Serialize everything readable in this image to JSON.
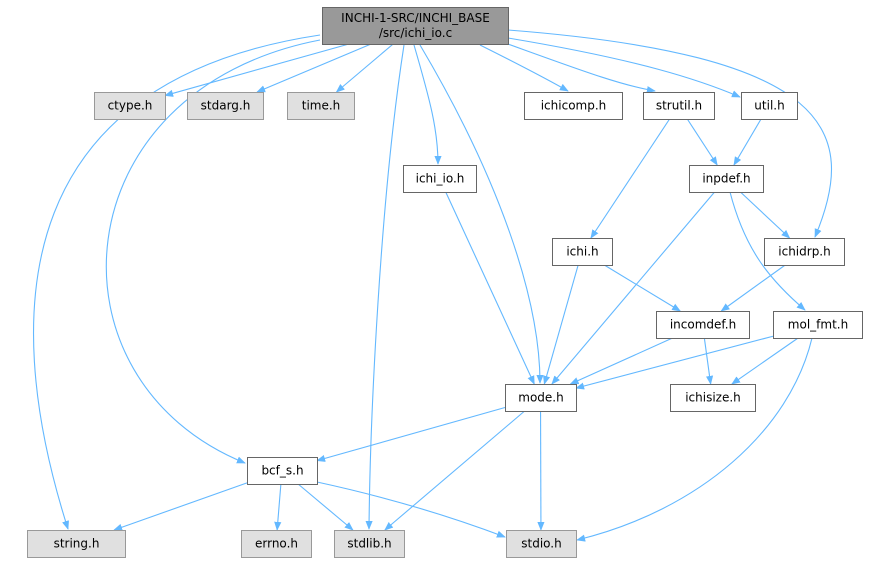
{
  "colors": {
    "root_fill": "#999999",
    "node_fill": "#ffffff",
    "node_border": "#666666",
    "system_fill": "#e0e0e0",
    "system_border": "#999999",
    "edge": "#63b8ff",
    "text": "#000000"
  },
  "nodes": [
    {
      "id": "root",
      "lines": [
        "INCHI-1-SRC/INCHI_BASE",
        "/src/ichi_io.c"
      ],
      "kind": "root"
    },
    {
      "id": "ctype",
      "lines": [
        "ctype.h"
      ],
      "kind": "system"
    },
    {
      "id": "stdarg",
      "lines": [
        "stdarg.h"
      ],
      "kind": "system"
    },
    {
      "id": "time",
      "lines": [
        "time.h"
      ],
      "kind": "system"
    },
    {
      "id": "ichicomp",
      "lines": [
        "ichicomp.h"
      ],
      "kind": "local"
    },
    {
      "id": "strutil",
      "lines": [
        "strutil.h"
      ],
      "kind": "local"
    },
    {
      "id": "util",
      "lines": [
        "util.h"
      ],
      "kind": "local"
    },
    {
      "id": "ichi_io",
      "lines": [
        "ichi_io.h"
      ],
      "kind": "local"
    },
    {
      "id": "inpdef",
      "lines": [
        "inpdef.h"
      ],
      "kind": "local"
    },
    {
      "id": "ichi",
      "lines": [
        "ichi.h"
      ],
      "kind": "local"
    },
    {
      "id": "ichidrp",
      "lines": [
        "ichidrp.h"
      ],
      "kind": "local"
    },
    {
      "id": "incomdef",
      "lines": [
        "incomdef.h"
      ],
      "kind": "local"
    },
    {
      "id": "mol_fmt",
      "lines": [
        "mol_fmt.h"
      ],
      "kind": "local"
    },
    {
      "id": "mode",
      "lines": [
        "mode.h"
      ],
      "kind": "local"
    },
    {
      "id": "ichisize",
      "lines": [
        "ichisize.h"
      ],
      "kind": "local"
    },
    {
      "id": "bcf_s",
      "lines": [
        "bcf_s.h"
      ],
      "kind": "local"
    },
    {
      "id": "string",
      "lines": [
        "string.h"
      ],
      "kind": "system"
    },
    {
      "id": "errno",
      "lines": [
        "errno.h"
      ],
      "kind": "system"
    },
    {
      "id": "stdlib",
      "lines": [
        "stdlib.h"
      ],
      "kind": "system"
    },
    {
      "id": "stdio",
      "lines": [
        "stdio.h"
      ],
      "kind": "system"
    }
  ],
  "edges": [
    [
      "root",
      "ctype"
    ],
    [
      "root",
      "stdarg"
    ],
    [
      "root",
      "time"
    ],
    [
      "root",
      "ichicomp"
    ],
    [
      "root",
      "strutil"
    ],
    [
      "root",
      "util"
    ],
    [
      "root",
      "ichi_io"
    ],
    [
      "root",
      "mode"
    ],
    [
      "root",
      "ichidrp"
    ],
    [
      "root",
      "stdlib"
    ],
    [
      "root",
      "string"
    ],
    [
      "root",
      "bcf_s"
    ],
    [
      "strutil",
      "inpdef"
    ],
    [
      "strutil",
      "ichi"
    ],
    [
      "util",
      "inpdef"
    ],
    [
      "inpdef",
      "ichidrp"
    ],
    [
      "inpdef",
      "mode"
    ],
    [
      "inpdef",
      "mol_fmt"
    ],
    [
      "ichi_io",
      "mode"
    ],
    [
      "ichi",
      "incomdef"
    ],
    [
      "ichi",
      "mode"
    ],
    [
      "ichidrp",
      "incomdef"
    ],
    [
      "incomdef",
      "mode"
    ],
    [
      "incomdef",
      "ichisize"
    ],
    [
      "mol_fmt",
      "mode"
    ],
    [
      "mol_fmt",
      "ichisize"
    ],
    [
      "mol_fmt",
      "stdio"
    ],
    [
      "mode",
      "bcf_s"
    ],
    [
      "mode",
      "stdlib"
    ],
    [
      "mode",
      "stdio"
    ],
    [
      "bcf_s",
      "string"
    ],
    [
      "bcf_s",
      "errno"
    ],
    [
      "bcf_s",
      "stdlib"
    ],
    [
      "bcf_s",
      "stdio"
    ]
  ]
}
